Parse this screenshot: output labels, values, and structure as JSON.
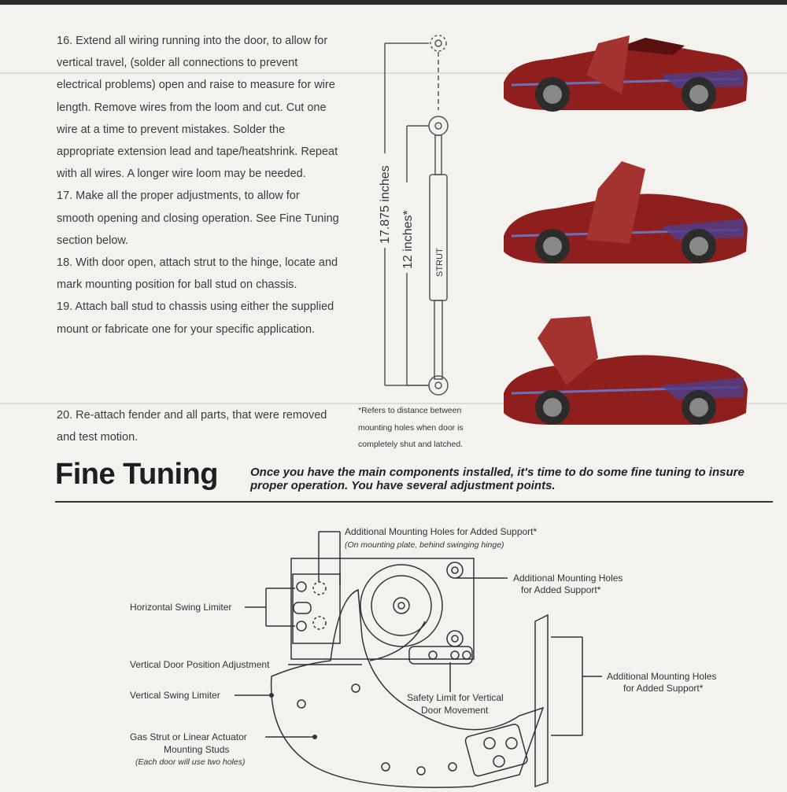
{
  "steps": [
    "16. Extend all wiring running into the door, to allow for vertical travel, (solder all connections to prevent electrical problems) open and raise to measure for wire length. Remove wires from the loom and cut. Cut one wire at a time to prevent mistakes. Solder the appropriate extension lead and tape/heatshrink. Repeat with all wires. A longer wire loom may be needed.",
    "17. Make all the proper adjustments, to allow for smooth opening and closing operation. See Fine Tuning section below.",
    "18. With door open, attach strut to the hinge, locate and mark mounting position for ball stud on chassis.",
    "19. Attach ball stud to chassis using either the supplied mount or fabricate one for your specific application.",
    "20. Re-attach fender and all parts, that were removed and test motion."
  ],
  "strut": {
    "overall_length": "17.875 inches",
    "compressed_length": "12 inches*",
    "label": "STRUT",
    "footnote": "*Refers to distance between mounting holes when door is completely shut and latched."
  },
  "fine_tuning": {
    "title": "Fine Tuning",
    "intro": "Once you have the main components installed, it's time to do some fine tuning to insure proper operation. You have several adjustment points."
  },
  "callouts": {
    "mount_holes_top": "Additional Mounting Holes for Added Support*",
    "mount_holes_top_note": "(On mounting plate, behind swinging hinge)",
    "mount_holes_right_1": "Additional Mounting Holes",
    "mount_holes_right_2": "for Added Support*",
    "horizontal_swing": "Horizontal Swing Limiter",
    "vertical_door_position": "Vertical Door Position Adjustment",
    "vertical_swing": "Vertical Swing Limiter",
    "safety_limit_1": "Safety Limit for Vertical",
    "safety_limit_2": "Door Movement",
    "gas_strut_1": "Gas Strut or Linear Actuator",
    "gas_strut_2": "Mounting Studs",
    "gas_strut_note": "(Each door will use two holes)",
    "far_right_1": "Additional Mounting Holes",
    "far_right_2": "for Added Support*"
  },
  "colors": {
    "car_body": "#8e1f1d",
    "car_stripe": "#4c3f8c",
    "ink": "#333333"
  }
}
